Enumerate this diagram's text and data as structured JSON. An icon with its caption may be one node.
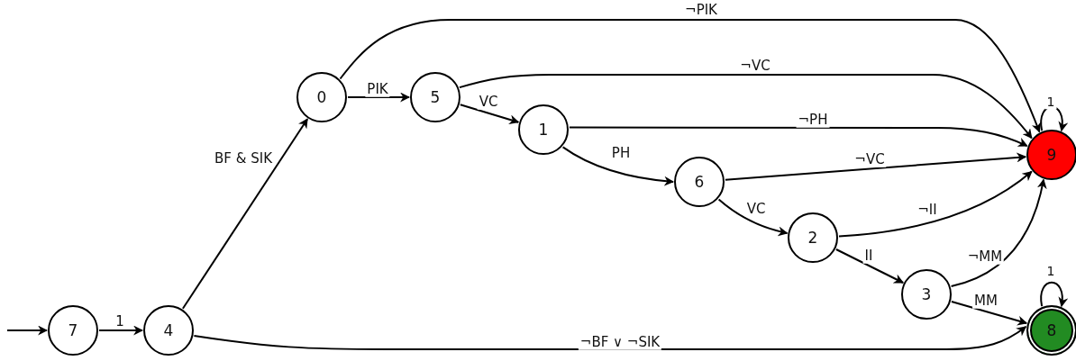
{
  "diagram": {
    "nodes": [
      {
        "text": [
          "7"
        ]
      },
      {
        "text": [
          "4"
        ]
      },
      {
        "text": [
          "0"
        ]
      },
      {
        "text": [
          "5"
        ]
      },
      {
        "text": [
          "1"
        ]
      },
      {
        "text": [
          "6"
        ]
      },
      {
        "text": [
          "2"
        ]
      },
      {
        "text": [
          "3"
        ]
      },
      {
        "text": [
          "9"
        ]
      },
      {
        "text": [
          "8"
        ]
      }
    ],
    "edges": [
      {
        "from": null,
        "to": 0,
        "arrow": "to"
      },
      {
        "from": 0,
        "to": 1,
        "arrow": "to",
        "label": "1"
      },
      {
        "from": 1,
        "to": 2,
        "arrow": "to",
        "label": "BF & SIK"
      },
      {
        "from": 1,
        "to": 9,
        "arrow": "to",
        "label": "¬BF ∨ ¬SIK"
      },
      {
        "from": 2,
        "to": 3,
        "arrow": "to",
        "label": "PIK"
      },
      {
        "from": 2,
        "to": 8,
        "arrow": "to",
        "label": "¬PIK"
      },
      {
        "from": 3,
        "to": 4,
        "arrow": "to",
        "label": "VC"
      },
      {
        "from": 3,
        "to": 8,
        "arrow": "to",
        "label": "¬VC"
      },
      {
        "from": 4,
        "to": 8,
        "arrow": "to",
        "label": "¬PH"
      },
      {
        "from": 4,
        "to": 5,
        "arrow": "to",
        "label": "PH"
      },
      {
        "from": 5,
        "to": 8,
        "arrow": "to",
        "label": "¬VC"
      },
      {
        "from": 5,
        "to": 6,
        "arrow": "to",
        "label": "VC"
      },
      {
        "from": 6,
        "to": 8,
        "arrow": "to",
        "label": "¬II"
      },
      {
        "from": 6,
        "to": 7,
        "arrow": "to",
        "label": "II"
      },
      {
        "from": 7,
        "to": 8,
        "arrow": "to",
        "label": "¬MM"
      },
      {
        "from": 7,
        "to": 9,
        "arrow": "to",
        "label": "MM"
      },
      {
        "from": 8,
        "to": 8,
        "arrow": "to",
        "label": "1"
      },
      {
        "from": 9,
        "to": 9,
        "arrow": "to",
        "label": "1"
      }
    ]
  }
}
